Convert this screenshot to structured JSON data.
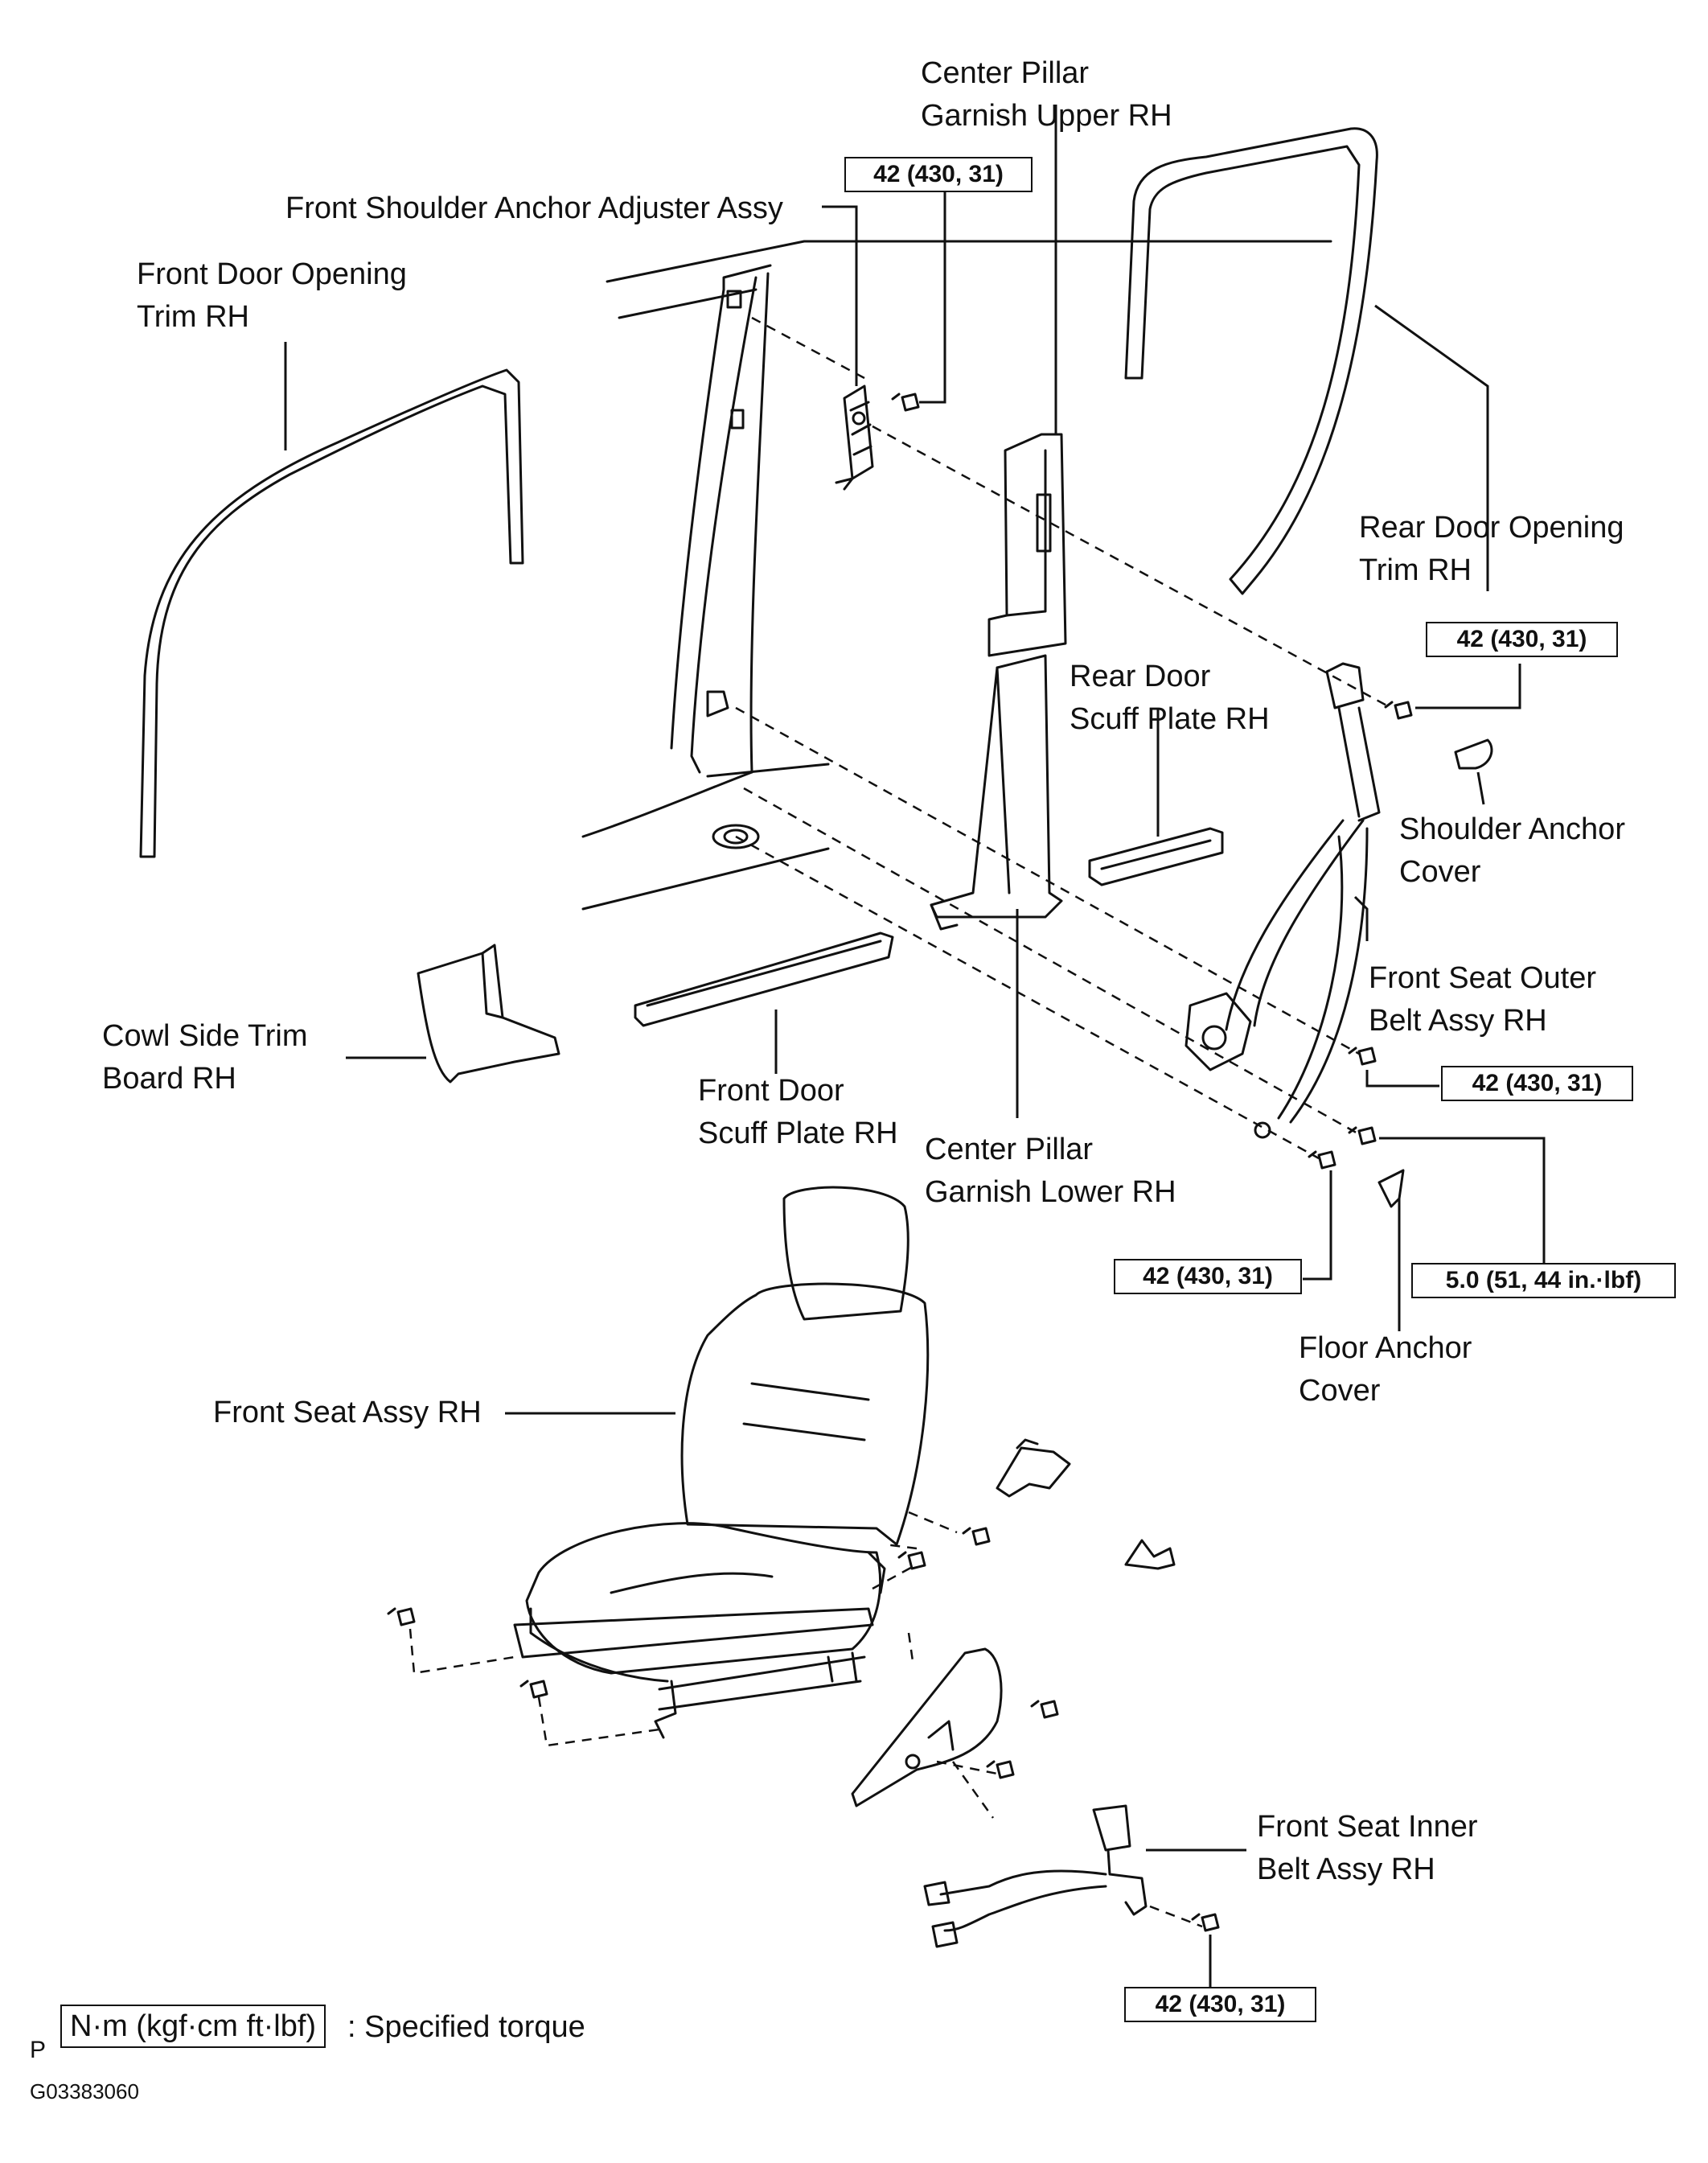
{
  "labels": {
    "center_pillar_upper": [
      "Center Pillar",
      "Garnish Upper RH"
    ],
    "front_shoulder_anchor": [
      "Front Shoulder Anchor Adjuster Assy"
    ],
    "front_door_opening": [
      "Front Door Opening",
      "Trim RH"
    ],
    "rear_door_opening": [
      "Rear Door Opening",
      "Trim RH"
    ],
    "rear_door_scuff": [
      "Rear Door",
      "Scuff Plate RH"
    ],
    "shoulder_anchor_cover": [
      "Shoulder Anchor",
      "Cover"
    ],
    "front_seat_outer_belt": [
      "Front Seat Outer",
      "Belt Assy RH"
    ],
    "cowl_side_trim": [
      "Cowl Side Trim",
      "Board RH"
    ],
    "front_door_scuff": [
      "Front Door",
      "Scuff Plate RH"
    ],
    "center_pillar_lower": [
      "Center Pillar",
      "Garnish Lower RH"
    ],
    "floor_anchor_cover": [
      "Floor Anchor",
      "Cover"
    ],
    "front_seat_assy": [
      "Front Seat Assy RH"
    ],
    "front_seat_inner_belt": [
      "Front Seat Inner",
      "Belt Assy RH"
    ]
  },
  "torques": {
    "t_top": "42 (430, 31)",
    "t_shoulder": "42 (430, 31)",
    "t_outer": "42 (430, 31)",
    "t_lower_left": "42 (430, 31)",
    "t_floor_cover": "5.0 (51, 44 in.·lbf)",
    "t_inner": "42 (430, 31)"
  },
  "legend": {
    "prefix": "P",
    "unit_box": "N·m (kgf·cm ft·lbf)",
    "text": ": Specified torque"
  },
  "figure_id": "G03383060"
}
